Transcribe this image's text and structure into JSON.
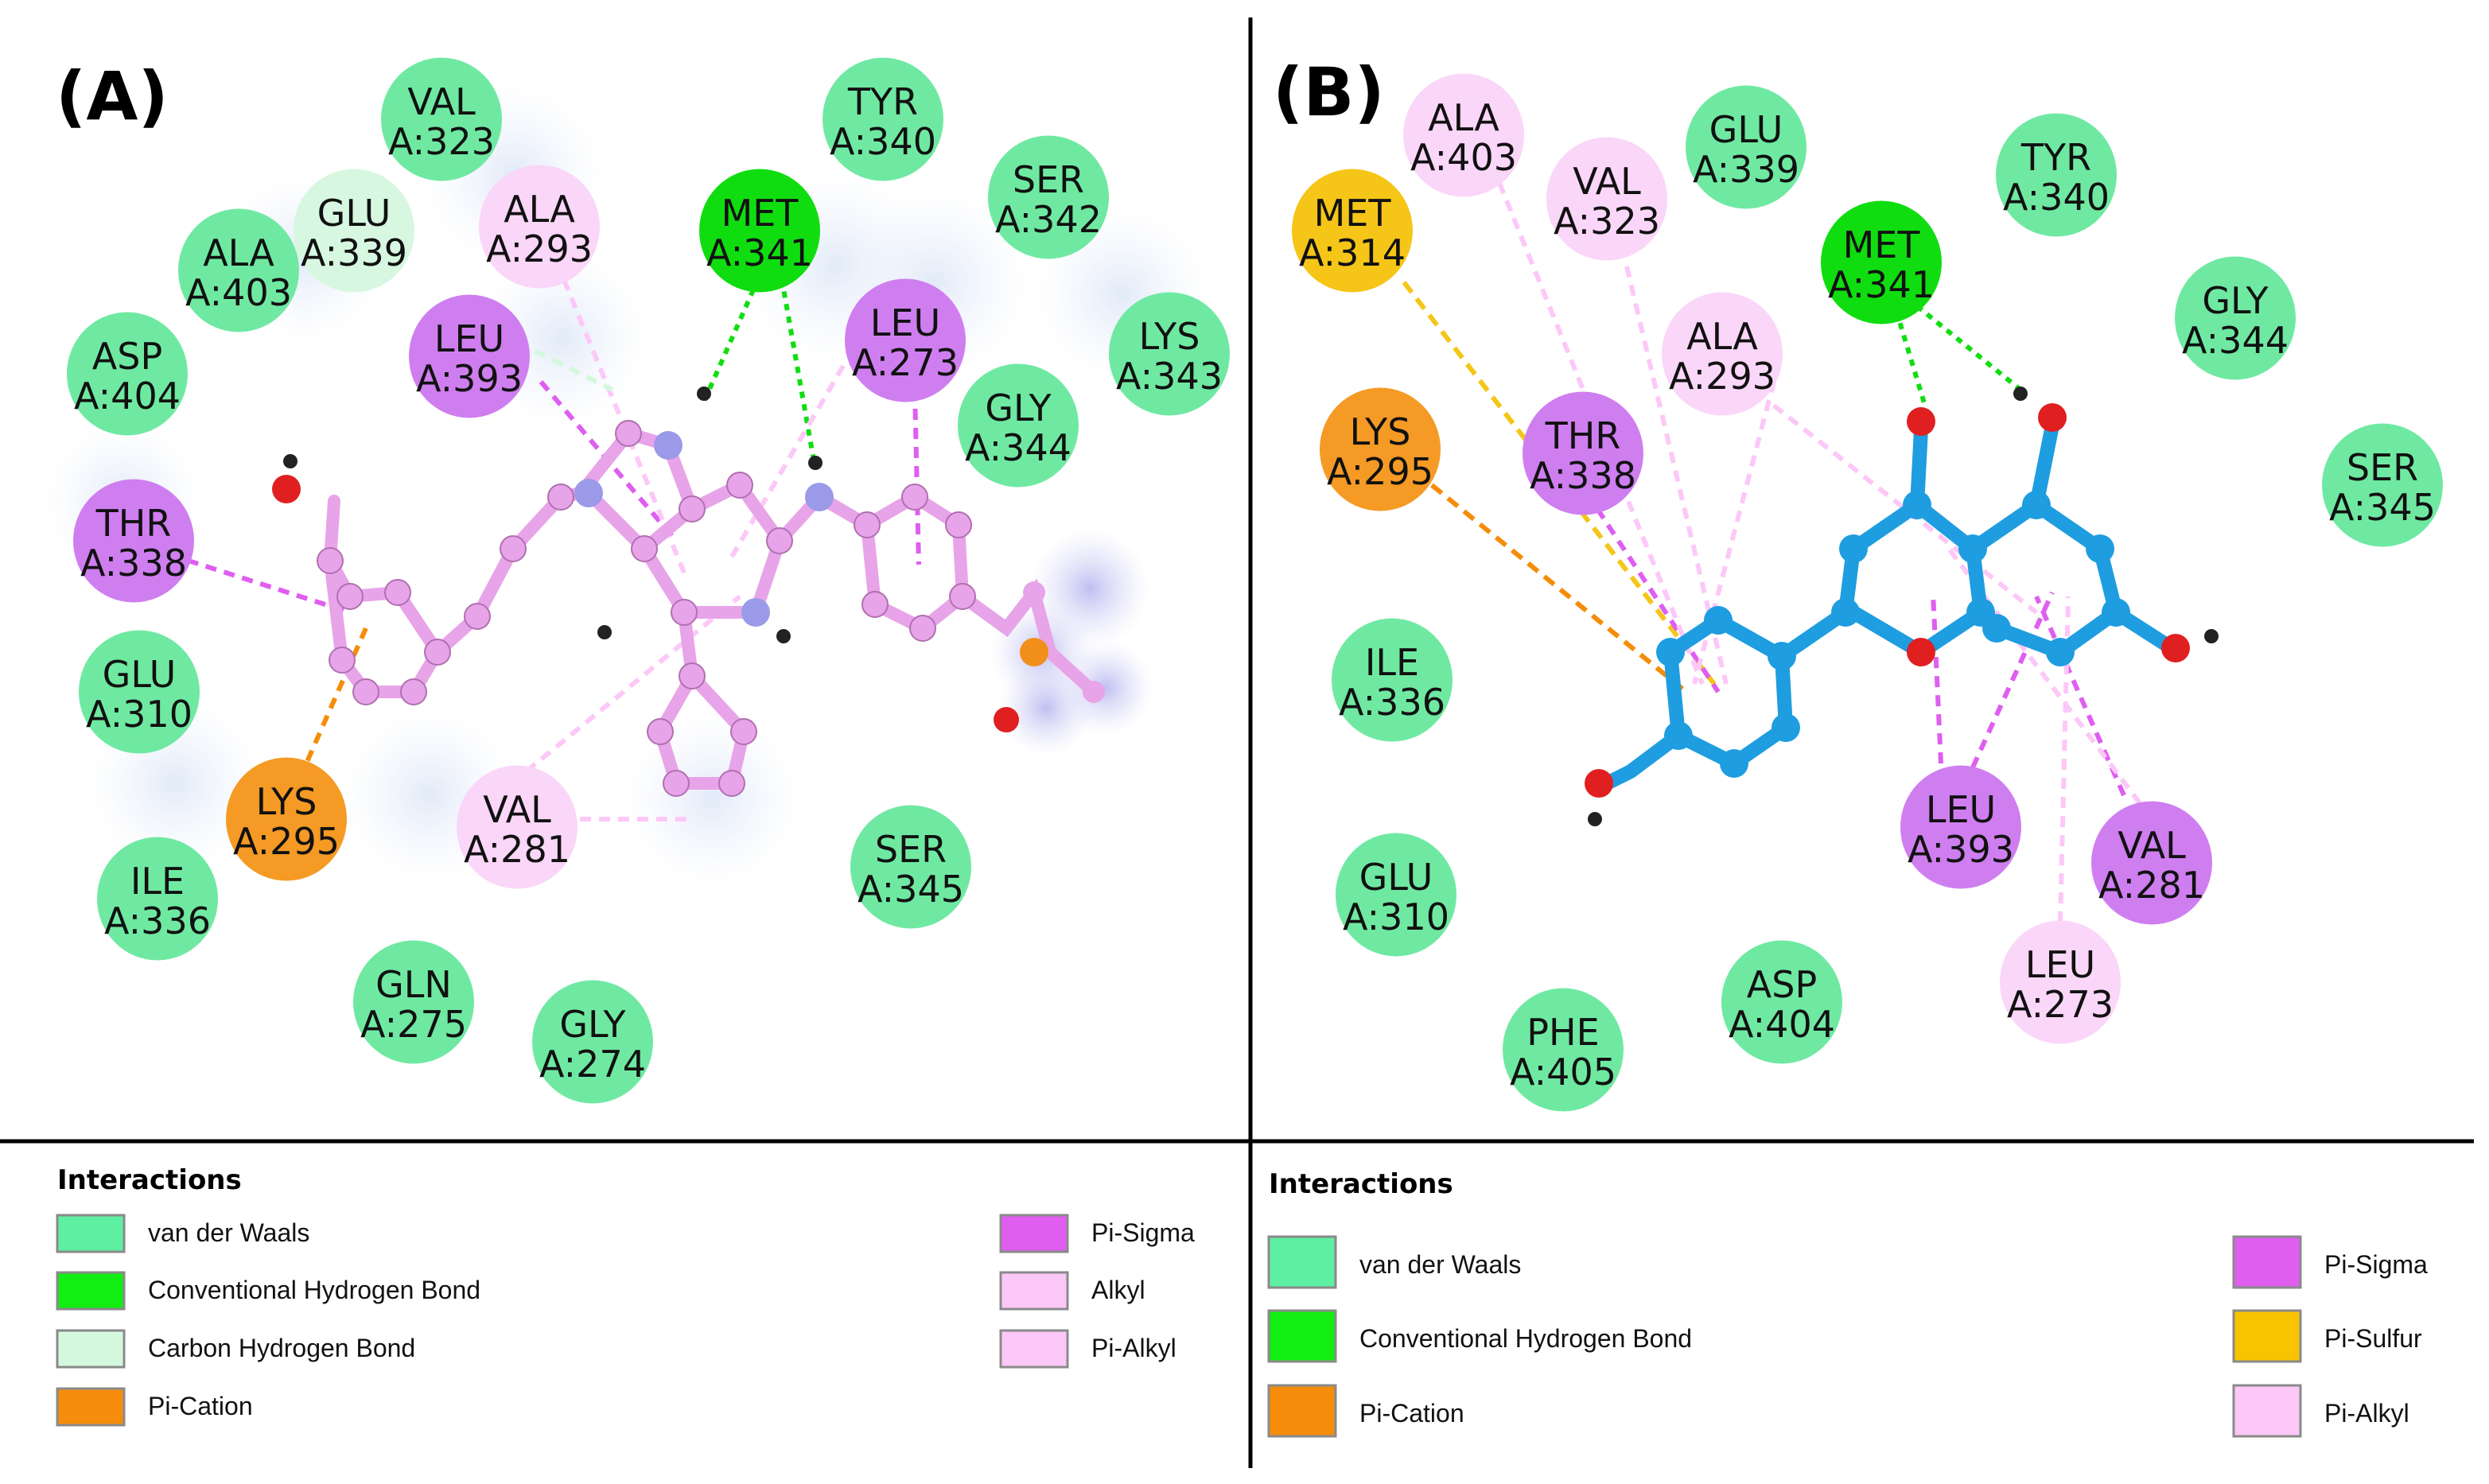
{
  "panels": [
    {
      "label": "(A)",
      "residues": [
        {
          "id": "val323",
          "l1": "VAL",
          "l2": "A:323",
          "type": "vdw"
        },
        {
          "id": "tyr340",
          "l1": "TYR",
          "l2": "A:340",
          "type": "vdw"
        },
        {
          "id": "glu339",
          "l1": "GLU",
          "l2": "A:339",
          "type": "chb"
        },
        {
          "id": "ala293",
          "l1": "ALA",
          "l2": "A:293",
          "type": "alkyl"
        },
        {
          "id": "met341",
          "l1": "MET",
          "l2": "A:341",
          "type": "hbond"
        },
        {
          "id": "ser342",
          "l1": "SER",
          "l2": "A:342",
          "type": "vdw"
        },
        {
          "id": "ala403",
          "l1": "ALA",
          "l2": "A:403",
          "type": "vdw"
        },
        {
          "id": "leu273",
          "l1": "LEU",
          "l2": "A:273",
          "type": "pisigma"
        },
        {
          "id": "lys343",
          "l1": "LYS",
          "l2": "A:343",
          "type": "vdw"
        },
        {
          "id": "asp404",
          "l1": "ASP",
          "l2": "A:404",
          "type": "vdw"
        },
        {
          "id": "leu393",
          "l1": "LEU",
          "l2": "A:393",
          "type": "pisigma"
        },
        {
          "id": "gly344",
          "l1": "GLY",
          "l2": "A:344",
          "type": "vdw"
        },
        {
          "id": "thr338",
          "l1": "THR",
          "l2": "A:338",
          "type": "pisigma"
        },
        {
          "id": "glu310",
          "l1": "GLU",
          "l2": "A:310",
          "type": "vdw"
        },
        {
          "id": "lys295",
          "l1": "LYS",
          "l2": "A:295",
          "type": "pication"
        },
        {
          "id": "val281",
          "l1": "VAL",
          "l2": "A:281",
          "type": "alkyl"
        },
        {
          "id": "ile336",
          "l1": "ILE",
          "l2": "A:336",
          "type": "vdw"
        },
        {
          "id": "ser345",
          "l1": "SER",
          "l2": "A:345",
          "type": "vdw"
        },
        {
          "id": "gln275",
          "l1": "GLN",
          "l2": "A:275",
          "type": "vdw"
        },
        {
          "id": "gly274",
          "l1": "GLY",
          "l2": "A:274",
          "type": "vdw"
        }
      ],
      "legend_title": "Interactions",
      "legend": [
        {
          "label": "van der Waals",
          "color": "#5ef0a2"
        },
        {
          "label": "Conventional Hydrogen Bond",
          "color": "#12ee12"
        },
        {
          "label": "Carbon Hydrogen Bond",
          "color": "#d4f8de"
        },
        {
          "label": "Pi-Cation",
          "color": "#f58c0a"
        },
        {
          "label": "Pi-Sigma",
          "color": "#df5ef0"
        },
        {
          "label": "Alkyl",
          "color": "#fcc8f8"
        },
        {
          "label": "Pi-Alkyl",
          "color": "#fcc8f8"
        }
      ]
    },
    {
      "label": "(B)",
      "residues": [
        {
          "id": "ala403",
          "l1": "ALA",
          "l2": "A:403",
          "type": "alkyl"
        },
        {
          "id": "glu339",
          "l1": "GLU",
          "l2": "A:339",
          "type": "vdw"
        },
        {
          "id": "met314",
          "l1": "MET",
          "l2": "A:314",
          "type": "pisulfur"
        },
        {
          "id": "val323",
          "l1": "VAL",
          "l2": "A:323",
          "type": "alkyl"
        },
        {
          "id": "tyr340",
          "l1": "TYR",
          "l2": "A:340",
          "type": "vdw"
        },
        {
          "id": "met341",
          "l1": "MET",
          "l2": "A:341",
          "type": "hbond"
        },
        {
          "id": "gly344",
          "l1": "GLY",
          "l2": "A:344",
          "type": "vdw"
        },
        {
          "id": "ala293",
          "l1": "ALA",
          "l2": "A:293",
          "type": "alkyl"
        },
        {
          "id": "lys295",
          "l1": "LYS",
          "l2": "A:295",
          "type": "pication"
        },
        {
          "id": "thr338",
          "l1": "THR",
          "l2": "A:338",
          "type": "pisigma"
        },
        {
          "id": "ser345",
          "l1": "SER",
          "l2": "A:345",
          "type": "vdw"
        },
        {
          "id": "ile336",
          "l1": "ILE",
          "l2": "A:336",
          "type": "vdw"
        },
        {
          "id": "leu393",
          "l1": "LEU",
          "l2": "A:393",
          "type": "pisigma"
        },
        {
          "id": "val281",
          "l1": "VAL",
          "l2": "A:281",
          "type": "pisigma"
        },
        {
          "id": "glu310",
          "l1": "GLU",
          "l2": "A:310",
          "type": "vdw"
        },
        {
          "id": "asp404",
          "l1": "ASP",
          "l2": "A:404",
          "type": "vdw"
        },
        {
          "id": "leu273",
          "l1": "LEU",
          "l2": "A:273",
          "type": "alkyl"
        },
        {
          "id": "phe405",
          "l1": "PHE",
          "l2": "A:405",
          "type": "vdw"
        }
      ],
      "legend_title": "Interactions",
      "legend": [
        {
          "label": "van der Waals",
          "color": "#5ef0a2"
        },
        {
          "label": "Conventional Hydrogen Bond",
          "color": "#12ee12"
        },
        {
          "label": "Pi-Cation",
          "color": "#f58c0a"
        },
        {
          "label": "Pi-Sigma",
          "color": "#df5ef0"
        },
        {
          "label": "Pi-Sulfur",
          "color": "#f8c400"
        },
        {
          "label": "Pi-Alkyl",
          "color": "#fcc8f8"
        }
      ]
    }
  ],
  "type_colors": {
    "vdw": "#6fe9a2",
    "hbond": "#10dd10",
    "chb": "#d7f7e0",
    "pication": "#f59a25",
    "pisigma": "#cf7ef0",
    "alkyl": "#fad6f8",
    "pisulfur": "#f5c518"
  },
  "ligand_colors": {
    "a": "#e8a4e8",
    "b": "#1e9de0"
  }
}
